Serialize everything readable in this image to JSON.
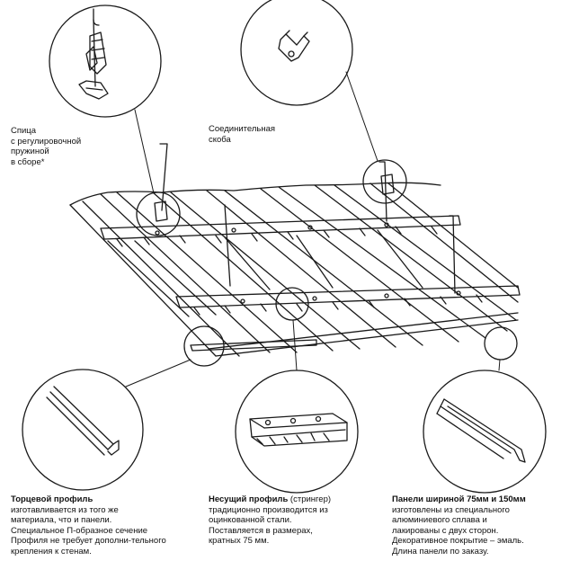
{
  "callouts": {
    "spoke": {
      "lines": [
        "Спица",
        "с регулировочной",
        "пружиной",
        "в сборе*"
      ]
    },
    "bracket": {
      "lines": [
        "Соединительная",
        "скоба"
      ]
    },
    "end_profile": {
      "title": "Торцевой профиль",
      "lines": [
        "изготавливается из того же",
        "материала, что и панели.",
        "Специальное П-образное сечение",
        "Профиля не требует дополни-тельного",
        "крепления к стенам."
      ]
    },
    "stringer": {
      "title_bold": "Несущий профиль",
      "title_rest": " (стрингер)",
      "lines": [
        "традиционно производится из",
        "оцинкованной стали.",
        "Поставляется в размерах,",
        "кратных 75 мм."
      ]
    },
    "panels": {
      "title": "Панели шириной 75мм и 150мм",
      "lines": [
        "изготовлены из специального",
        "алюминиевого сплава и",
        "лакированы с двух сторон.",
        "Декоративное покрытие – эмаль.",
        "Длина панели по заказу."
      ]
    }
  }
}
